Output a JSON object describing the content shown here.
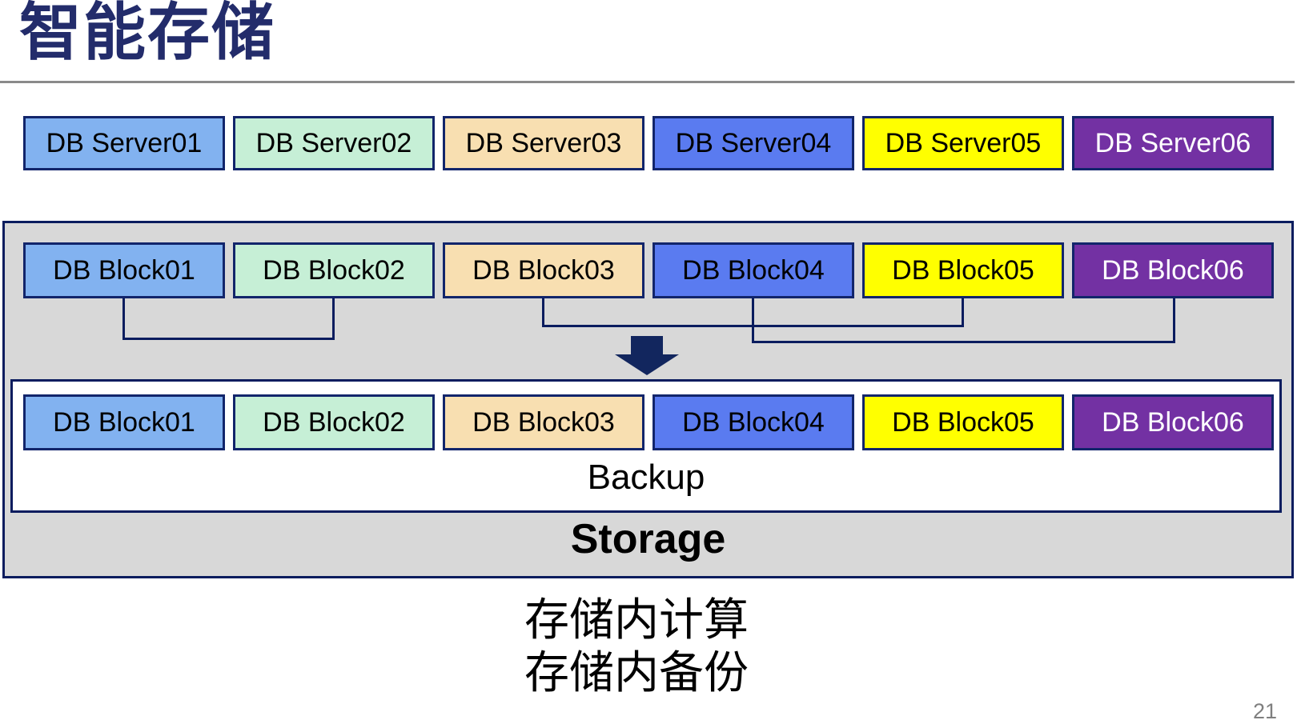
{
  "page": {
    "title": "智能存储",
    "page_number": "21"
  },
  "servers": {
    "items": [
      "DB Server01",
      "DB Server02",
      "DB Server03",
      "DB Server04",
      "DB Server05",
      "DB Server06"
    ]
  },
  "storage": {
    "blocks_top": [
      "DB Block01",
      "DB Block02",
      "DB Block03",
      "DB Block04",
      "DB Block05",
      "DB Block06"
    ],
    "blocks_bottom": [
      "DB Block01",
      "DB Block02",
      "DB Block03",
      "DB Block04",
      "DB Block05",
      "DB Block06"
    ],
    "backup_label": "Backup",
    "storage_label": "Storage"
  },
  "captions": {
    "line1": "存储内计算",
    "line2": "存储内备份"
  },
  "colors": {
    "palette": [
      "#82B2F0",
      "#C6EFD6",
      "#F8DFB1",
      "#5A7BF0",
      "#FFFF00",
      "#7331A3"
    ],
    "text_on": [
      "#000000",
      "#000000",
      "#000000",
      "#000000",
      "#000000",
      "#FFFFFF"
    ],
    "box_border": "#12256B",
    "container_border": "#0A1C5E",
    "container_gray": "#D8D8D8",
    "title_navy": "#232C6B",
    "page_number_gray": "#7F7F7F"
  }
}
